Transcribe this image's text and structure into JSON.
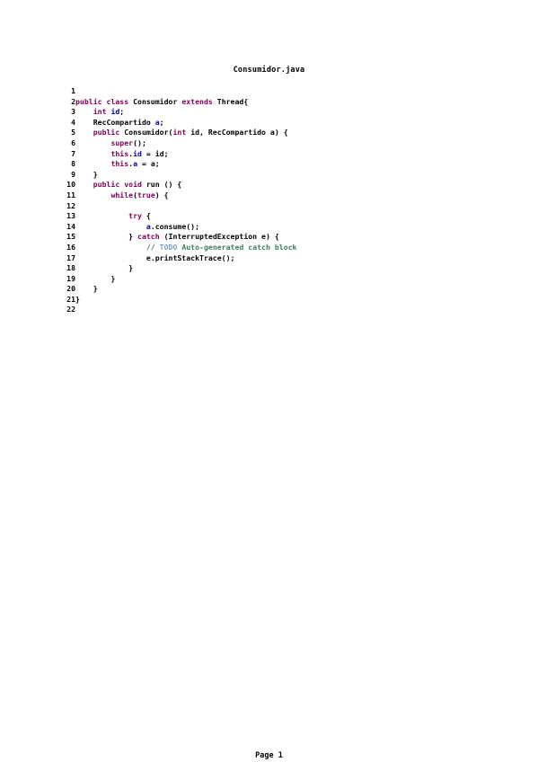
{
  "document": {
    "title": "Consumidor.java",
    "footer": "Page 1"
  },
  "code_lines": [
    {
      "n": "1",
      "tokens": []
    },
    {
      "n": "2",
      "tokens": [
        {
          "t": "public class ",
          "c": "keyword"
        },
        {
          "t": "Consumidor ",
          "c": "default"
        },
        {
          "t": "extends ",
          "c": "keyword"
        },
        {
          "t": "Thread{",
          "c": "default"
        }
      ]
    },
    {
      "n": "3",
      "tokens": [
        {
          "t": "    ",
          "c": "default"
        },
        {
          "t": "int ",
          "c": "keyword"
        },
        {
          "t": "id",
          "c": "field"
        },
        {
          "t": ";",
          "c": "default"
        }
      ]
    },
    {
      "n": "4",
      "tokens": [
        {
          "t": "    RecCompartido ",
          "c": "default"
        },
        {
          "t": "a",
          "c": "field"
        },
        {
          "t": ";",
          "c": "default"
        }
      ]
    },
    {
      "n": "5",
      "tokens": [
        {
          "t": "    ",
          "c": "default"
        },
        {
          "t": "public ",
          "c": "keyword"
        },
        {
          "t": "Consumidor(",
          "c": "default"
        },
        {
          "t": "int ",
          "c": "keyword"
        },
        {
          "t": "id, RecCompartido a) {",
          "c": "default"
        }
      ]
    },
    {
      "n": "6",
      "tokens": [
        {
          "t": "        ",
          "c": "default"
        },
        {
          "t": "super",
          "c": "keyword"
        },
        {
          "t": "();",
          "c": "default"
        }
      ]
    },
    {
      "n": "7",
      "tokens": [
        {
          "t": "        ",
          "c": "default"
        },
        {
          "t": "this",
          "c": "keyword"
        },
        {
          "t": ".",
          "c": "default"
        },
        {
          "t": "id",
          "c": "field"
        },
        {
          "t": " = id;",
          "c": "default"
        }
      ]
    },
    {
      "n": "8",
      "tokens": [
        {
          "t": "        ",
          "c": "default"
        },
        {
          "t": "this",
          "c": "keyword"
        },
        {
          "t": ".",
          "c": "default"
        },
        {
          "t": "a",
          "c": "field"
        },
        {
          "t": " = a;",
          "c": "default"
        }
      ]
    },
    {
      "n": "9",
      "tokens": [
        {
          "t": "    }",
          "c": "default"
        }
      ]
    },
    {
      "n": "10",
      "tokens": [
        {
          "t": "    ",
          "c": "default"
        },
        {
          "t": "public void ",
          "c": "keyword"
        },
        {
          "t": "run () {",
          "c": "default"
        }
      ]
    },
    {
      "n": "11",
      "tokens": [
        {
          "t": "        ",
          "c": "default"
        },
        {
          "t": "while",
          "c": "keyword"
        },
        {
          "t": "(",
          "c": "default"
        },
        {
          "t": "true",
          "c": "keyword"
        },
        {
          "t": ") {",
          "c": "default"
        }
      ]
    },
    {
      "n": "12",
      "tokens": []
    },
    {
      "n": "13",
      "tokens": [
        {
          "t": "            ",
          "c": "default"
        },
        {
          "t": "try",
          "c": "keyword"
        },
        {
          "t": " {",
          "c": "default"
        }
      ]
    },
    {
      "n": "14",
      "tokens": [
        {
          "t": "                ",
          "c": "default"
        },
        {
          "t": "a",
          "c": "field"
        },
        {
          "t": ".consume();",
          "c": "default"
        }
      ]
    },
    {
      "n": "15",
      "tokens": [
        {
          "t": "            } ",
          "c": "default"
        },
        {
          "t": "catch",
          "c": "keyword"
        },
        {
          "t": " (InterruptedException e) {",
          "c": "default"
        }
      ]
    },
    {
      "n": "16",
      "tokens": [
        {
          "t": "                ",
          "c": "default"
        },
        {
          "t": "// ",
          "c": "comment"
        },
        {
          "t": "TODO",
          "c": "todo"
        },
        {
          "t": " Auto-generated catch block",
          "c": "comment"
        }
      ]
    },
    {
      "n": "17",
      "tokens": [
        {
          "t": "                e.printStackTrace();",
          "c": "default"
        }
      ]
    },
    {
      "n": "18",
      "tokens": [
        {
          "t": "            }",
          "c": "default"
        }
      ]
    },
    {
      "n": "19",
      "tokens": [
        {
          "t": "        }",
          "c": "default"
        }
      ]
    },
    {
      "n": "20",
      "tokens": [
        {
          "t": "    }",
          "c": "default"
        }
      ]
    },
    {
      "n": "21",
      "tokens": [
        {
          "t": "}",
          "c": "default"
        }
      ]
    },
    {
      "n": "22",
      "tokens": []
    }
  ],
  "colors": {
    "keyword": "#7f0055",
    "field": "#0000c0",
    "comment": "#3f7f5f",
    "todo": "#7f9fbf",
    "default": "#000000"
  }
}
